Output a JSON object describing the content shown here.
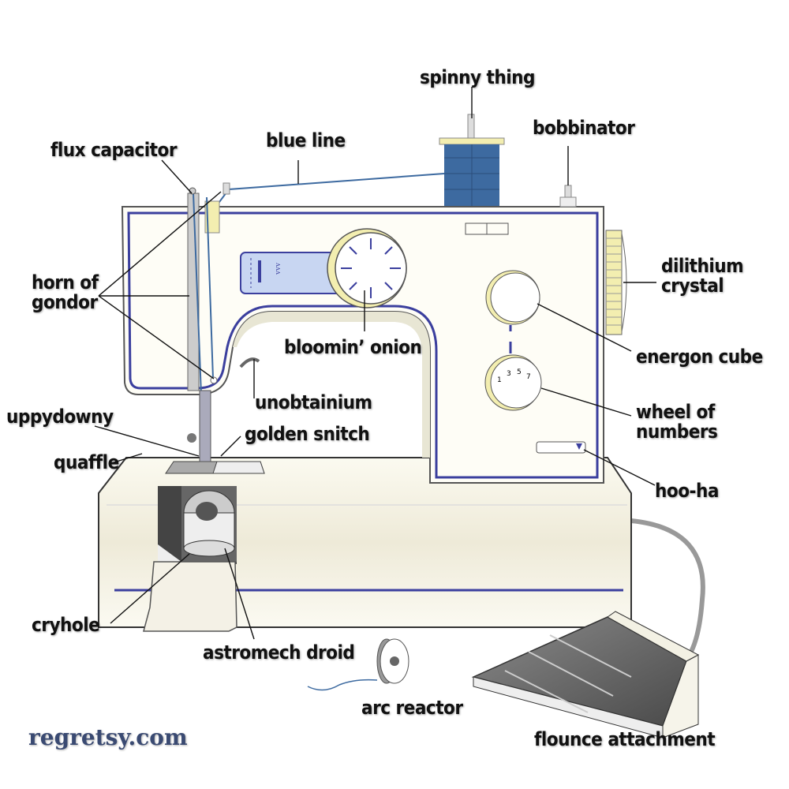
{
  "diagram": {
    "subject": "sewing machine",
    "labels": {
      "spinny_thing": "spinny thing",
      "bobbinator": "bobbinator",
      "blue_line": "blue line",
      "flux_capacitor": "flux capacitor",
      "dilithium_crystal_1": "dilithium",
      "dilithium_crystal_2": "crystal",
      "horn_of_gondor_1": "horn of",
      "horn_of_gondor_2": "gondor",
      "energon_cube": "energon cube",
      "bloomin_onion": "bloomin’ onion",
      "unobtainium": "unobtainium",
      "wheel_of_numbers_1": "wheel of",
      "wheel_of_numbers_2": "numbers",
      "uppydowny": "uppydowny",
      "golden_snitch": "golden snitch",
      "quaffle": "quaffle",
      "hoo_ha": "hoo-ha",
      "cryhole": "cryhole",
      "astromech_droid": "astromech droid",
      "arc_reactor": "arc reactor",
      "flounce_attachment": "flounce attachment"
    },
    "dial_numbers": [
      "1",
      "3",
      "5",
      "7"
    ],
    "watermark": "regretsy.com",
    "colors": {
      "outline_blue": "#3b3f9e",
      "body_cream": "#fbfaf0",
      "spool_blue": "#3d6aa0",
      "knob_yellow": "#f3eeb0",
      "panel_blue": "#c8d6f2",
      "pedal_gray": "#666666"
    }
  }
}
